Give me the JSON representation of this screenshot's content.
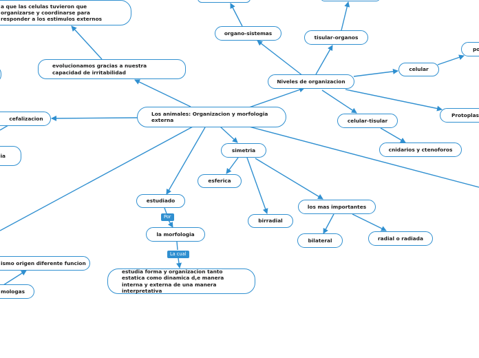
{
  "map": {
    "root": "Los animales: Organizacion y morfologia externa",
    "niveles": "Niveles de organizacion",
    "organo_sistemas": "organo-sistemas",
    "tisular_organos": "tisular-organos",
    "celular": "celular",
    "po": "po",
    "protoplasm": "Protoplasm",
    "celular_tisular": "celular-tisular",
    "cnidarios": "cnidarios y ctenoforos",
    "evolucionamos": "evolucionamos gracias a nuestra capacidad de irritabilidad",
    "celulas_top": "a que las celulas tuvieron que organizarse y coordinarse para responder a los estimulos externos",
    "cefalizacion": "cefalizacion",
    "ia": "ia",
    "simetria": "simetria",
    "esferica": "esferica",
    "birradial": "birradial",
    "los_mas": "los mas importantes",
    "bilateral": "bilateral",
    "radial": "radial o radiada",
    "estudiado": "estudiado",
    "por": "Por",
    "morfologia": "la morfologia",
    "la_cual": "La cual",
    "estudia": "estudia forma y organizacion tanto estatica como dinamica d,e manera interna y externa de una manera interpretativa",
    "mismo_origen": "ismo origen diferente funcion",
    "homologas": "mologas"
  },
  "colors": {
    "accent": "#2f8fd0"
  }
}
